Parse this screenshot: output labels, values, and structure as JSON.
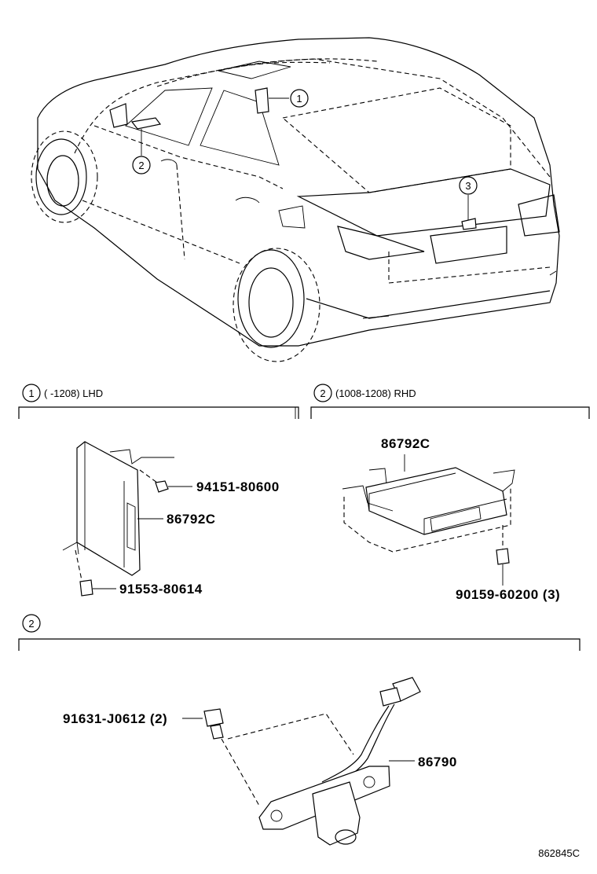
{
  "overview": {
    "callouts": [
      "1",
      "2",
      "3"
    ]
  },
  "section1": {
    "number": "1",
    "header": "(     -1208) LHD",
    "parts": {
      "nut": "94151-80600",
      "module": "86792C",
      "bolt": "91553-80614"
    }
  },
  "section2_rhd": {
    "number": "2",
    "header": "(1008-1208) RHD",
    "parts": {
      "module": "86792C",
      "screw": "90159-60200 (3)"
    }
  },
  "section3": {
    "number": "2",
    "parts": {
      "bolt": "91631-J0612 (2)",
      "camera": "86790"
    }
  },
  "footer": {
    "code": "862845C"
  }
}
